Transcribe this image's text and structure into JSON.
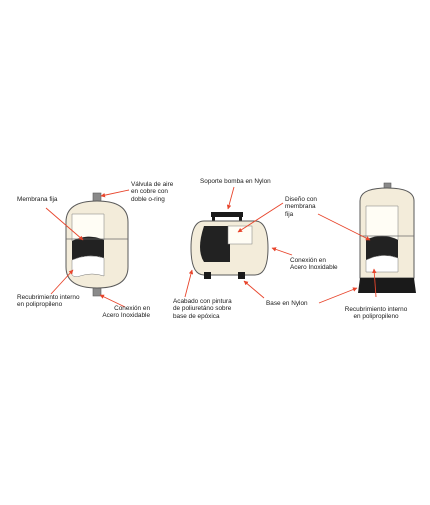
{
  "colors": {
    "tank_fill": "#f3ecda",
    "tank_outline": "#5a5a5a",
    "membrane": "#222222",
    "water": "#ffffff",
    "panel": "#fffdf5",
    "base": "#1a1a1a",
    "arrow": "#e8452c",
    "text": "#1a1a1a"
  },
  "labels": {
    "valvula": "Válvula de aire\nen cobre con\ndoble o-ring",
    "membrana_fija": "Membrana fija",
    "recubrimiento_1": "Recubrimiento interno\nen polipropileno",
    "conexion_1": "Conexión en\nAcero Inoxidable",
    "soporte": "Soporte bomba en Nylon",
    "diseno": "Diseño con\nmembrana\nfija",
    "conexion_2": "Conexión en\nAcero Inoxidable",
    "acabado": "Acabado con pintura\nde poliuretáno sobre\nbase de epóxica",
    "base_nylon": "Base en Nylon",
    "recubrimiento_2": "Recubrimiento interno\nen polipropileno"
  }
}
